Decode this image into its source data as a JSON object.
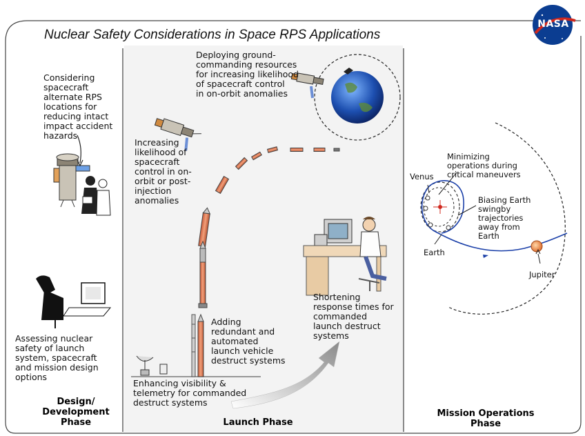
{
  "title": "Nuclear Safety Considerations in Space RPS Applications",
  "logo": {
    "text": "NASA"
  },
  "columns": {
    "design": {
      "phase_label": "Design/\nDevelopment\nPhase",
      "note_top": "Considering\nspacecraft\nalternate RPS\nlocations for\nreducing intact\nimpact accident\nhazards",
      "note_bottom": "Assessing nuclear\nsafety of launch\nsystem, spacecraft\nand mission design\noptions"
    },
    "launch": {
      "phase_label": "Launch Phase",
      "note_ground": "Deploying ground-\ncommanding resources\nfor increasing likelihood\nof spacecraft control\nin on-orbit anomalies",
      "note_control": "Increasing\nlikelihood of\nspacecraft\ncontrol in on-\norbit or post-\ninjection\nanomalies",
      "note_destruct": "Adding\nredundant and\nautomated\nlaunch vehicle\ndestruct systems",
      "note_response": "Shortening\nresponse times for\ncommanded\nlaunch destruct\nsystems",
      "note_visibility": "Enhancing visibility &\ntelemetry for commanded\ndestruct systems"
    },
    "mission": {
      "phase_label": "Mission Operations\nPhase",
      "note_maneuvers": "Minimizing\noperations during\ncritical maneuvers",
      "note_swingby": "Biasing Earth\nswingby\ntrajectories\naway from\nEarth",
      "label_venus": "Venus",
      "label_earth": "Earth",
      "label_jupiter": "Jupiter"
    }
  },
  "colors": {
    "border": "#444444",
    "divider": "#555555",
    "trajectory_blue": "#1a3fa8",
    "rocket_orange": "#e07850",
    "nasa_blue": "#0b3d91",
    "nasa_red": "#d0281e",
    "arrow_gray": "#9a9a9a"
  }
}
